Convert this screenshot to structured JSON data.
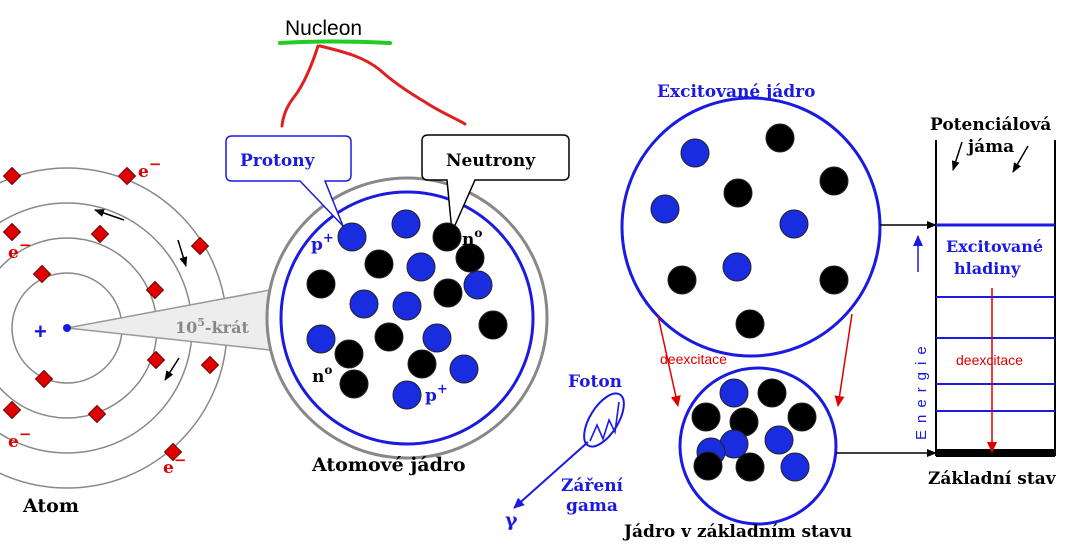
{
  "nucleon_note": {
    "label": "Nucleon"
  },
  "atom": {
    "label": "Atom",
    "electron": "e",
    "electron_sign": "−",
    "nucleus_sign": "+",
    "scale_base": "10",
    "scale_exp": "5",
    "scale_text": "-krát"
  },
  "nucleus": {
    "label": "Atomové jádro",
    "protons_callout": "Protony",
    "neutrons_callout": "Neutrony",
    "proton_symbol": "p",
    "proton_charge": "+",
    "neutron_symbol": "n",
    "neutron_sup": "o"
  },
  "excitation": {
    "excited_title": "Excitované jádro",
    "ground_title": "Jádro v základním stavu",
    "deexcitation": "deexcitace",
    "photon": "Foton",
    "gamma_line1": "Záření",
    "gamma_line2": "gama",
    "gamma_symbol": "γ"
  },
  "well": {
    "title_line1": "Potenciálová",
    "title_line2": "jáma",
    "levels_line1": "Excitované",
    "levels_line2": "hladiny",
    "deexcitation": "deexcitace",
    "energy_axis": "Energie",
    "ground_state": "Základní stav"
  },
  "colors": {
    "proton": "#1a2ce0",
    "neutron": "#000000",
    "electron": "#e00000",
    "accent_blue": "#1a1ae0",
    "red": "#e00000",
    "green": "#22cc22",
    "grey": "#888888"
  }
}
